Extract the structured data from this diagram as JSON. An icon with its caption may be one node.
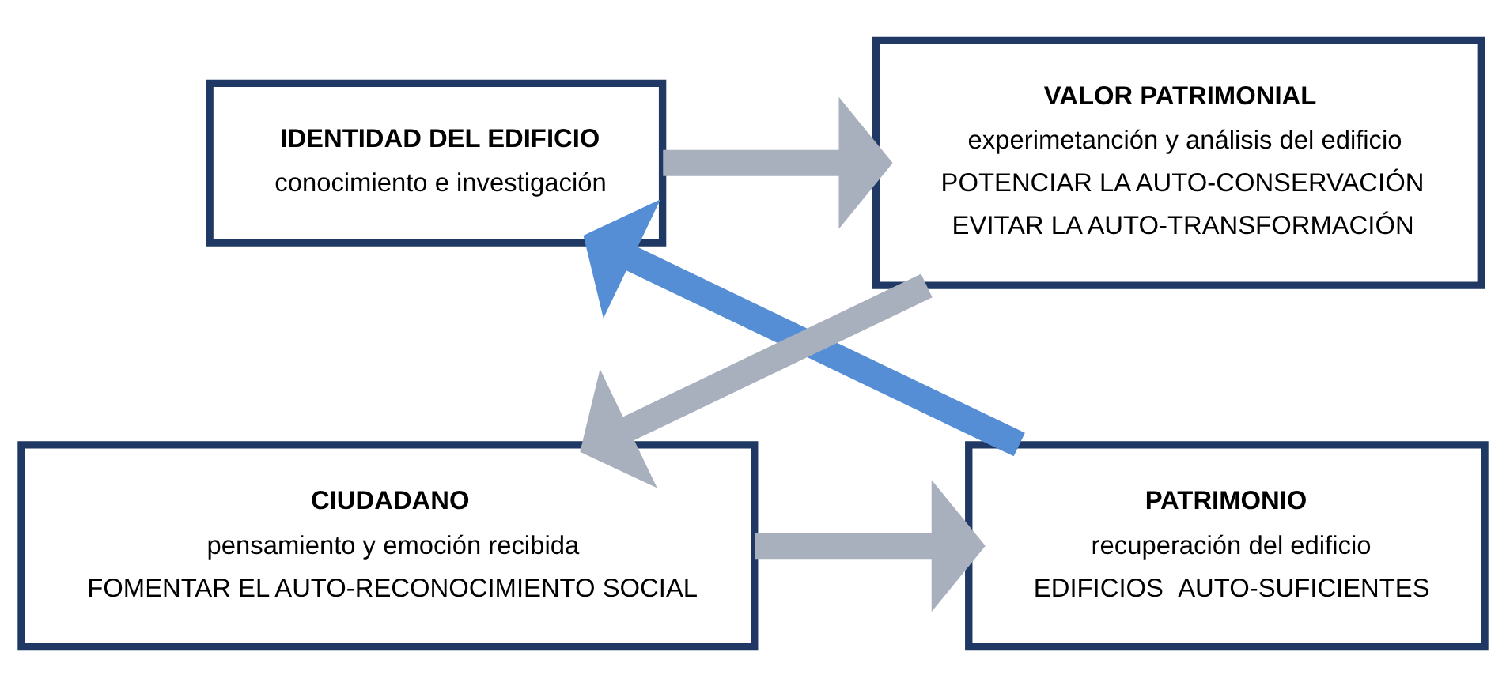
{
  "diagram": {
    "nodes": [
      {
        "text": [
          "IDENTIDAD DEL EDIFICIO",
          "conocimiento e investigación"
        ]
      },
      {
        "text": [
          "VALOR PATRIMONIAL",
          "experimetanción y análisis del edificio",
          "POTENCIAR LA AUTO-CONSERVACIÓN",
          "EVITAR LA AUTO-TRANSFORMACIÓN"
        ]
      },
      {
        "text": [
          "CIUDADANO",
          "pensamiento y emoción recibida",
          "FOMENTAR EL AUTO-RECONOCIMIENTO SOCIAL"
        ]
      },
      {
        "text": [
          "PATRIMONIO",
          "recuperación del edificio",
          "EDIFICIOS  AUTO-SUFICIENTES"
        ]
      }
    ],
    "edges": [
      {
        "from": 0,
        "to": 1,
        "arrow": "to"
      },
      {
        "from": 1,
        "to": 2,
        "arrow": "to"
      },
      {
        "from": 2,
        "to": 3,
        "arrow": "to"
      },
      {
        "from": 3,
        "to": 0,
        "arrow": "to",
        "color": "#558ed5"
      }
    ]
  }
}
